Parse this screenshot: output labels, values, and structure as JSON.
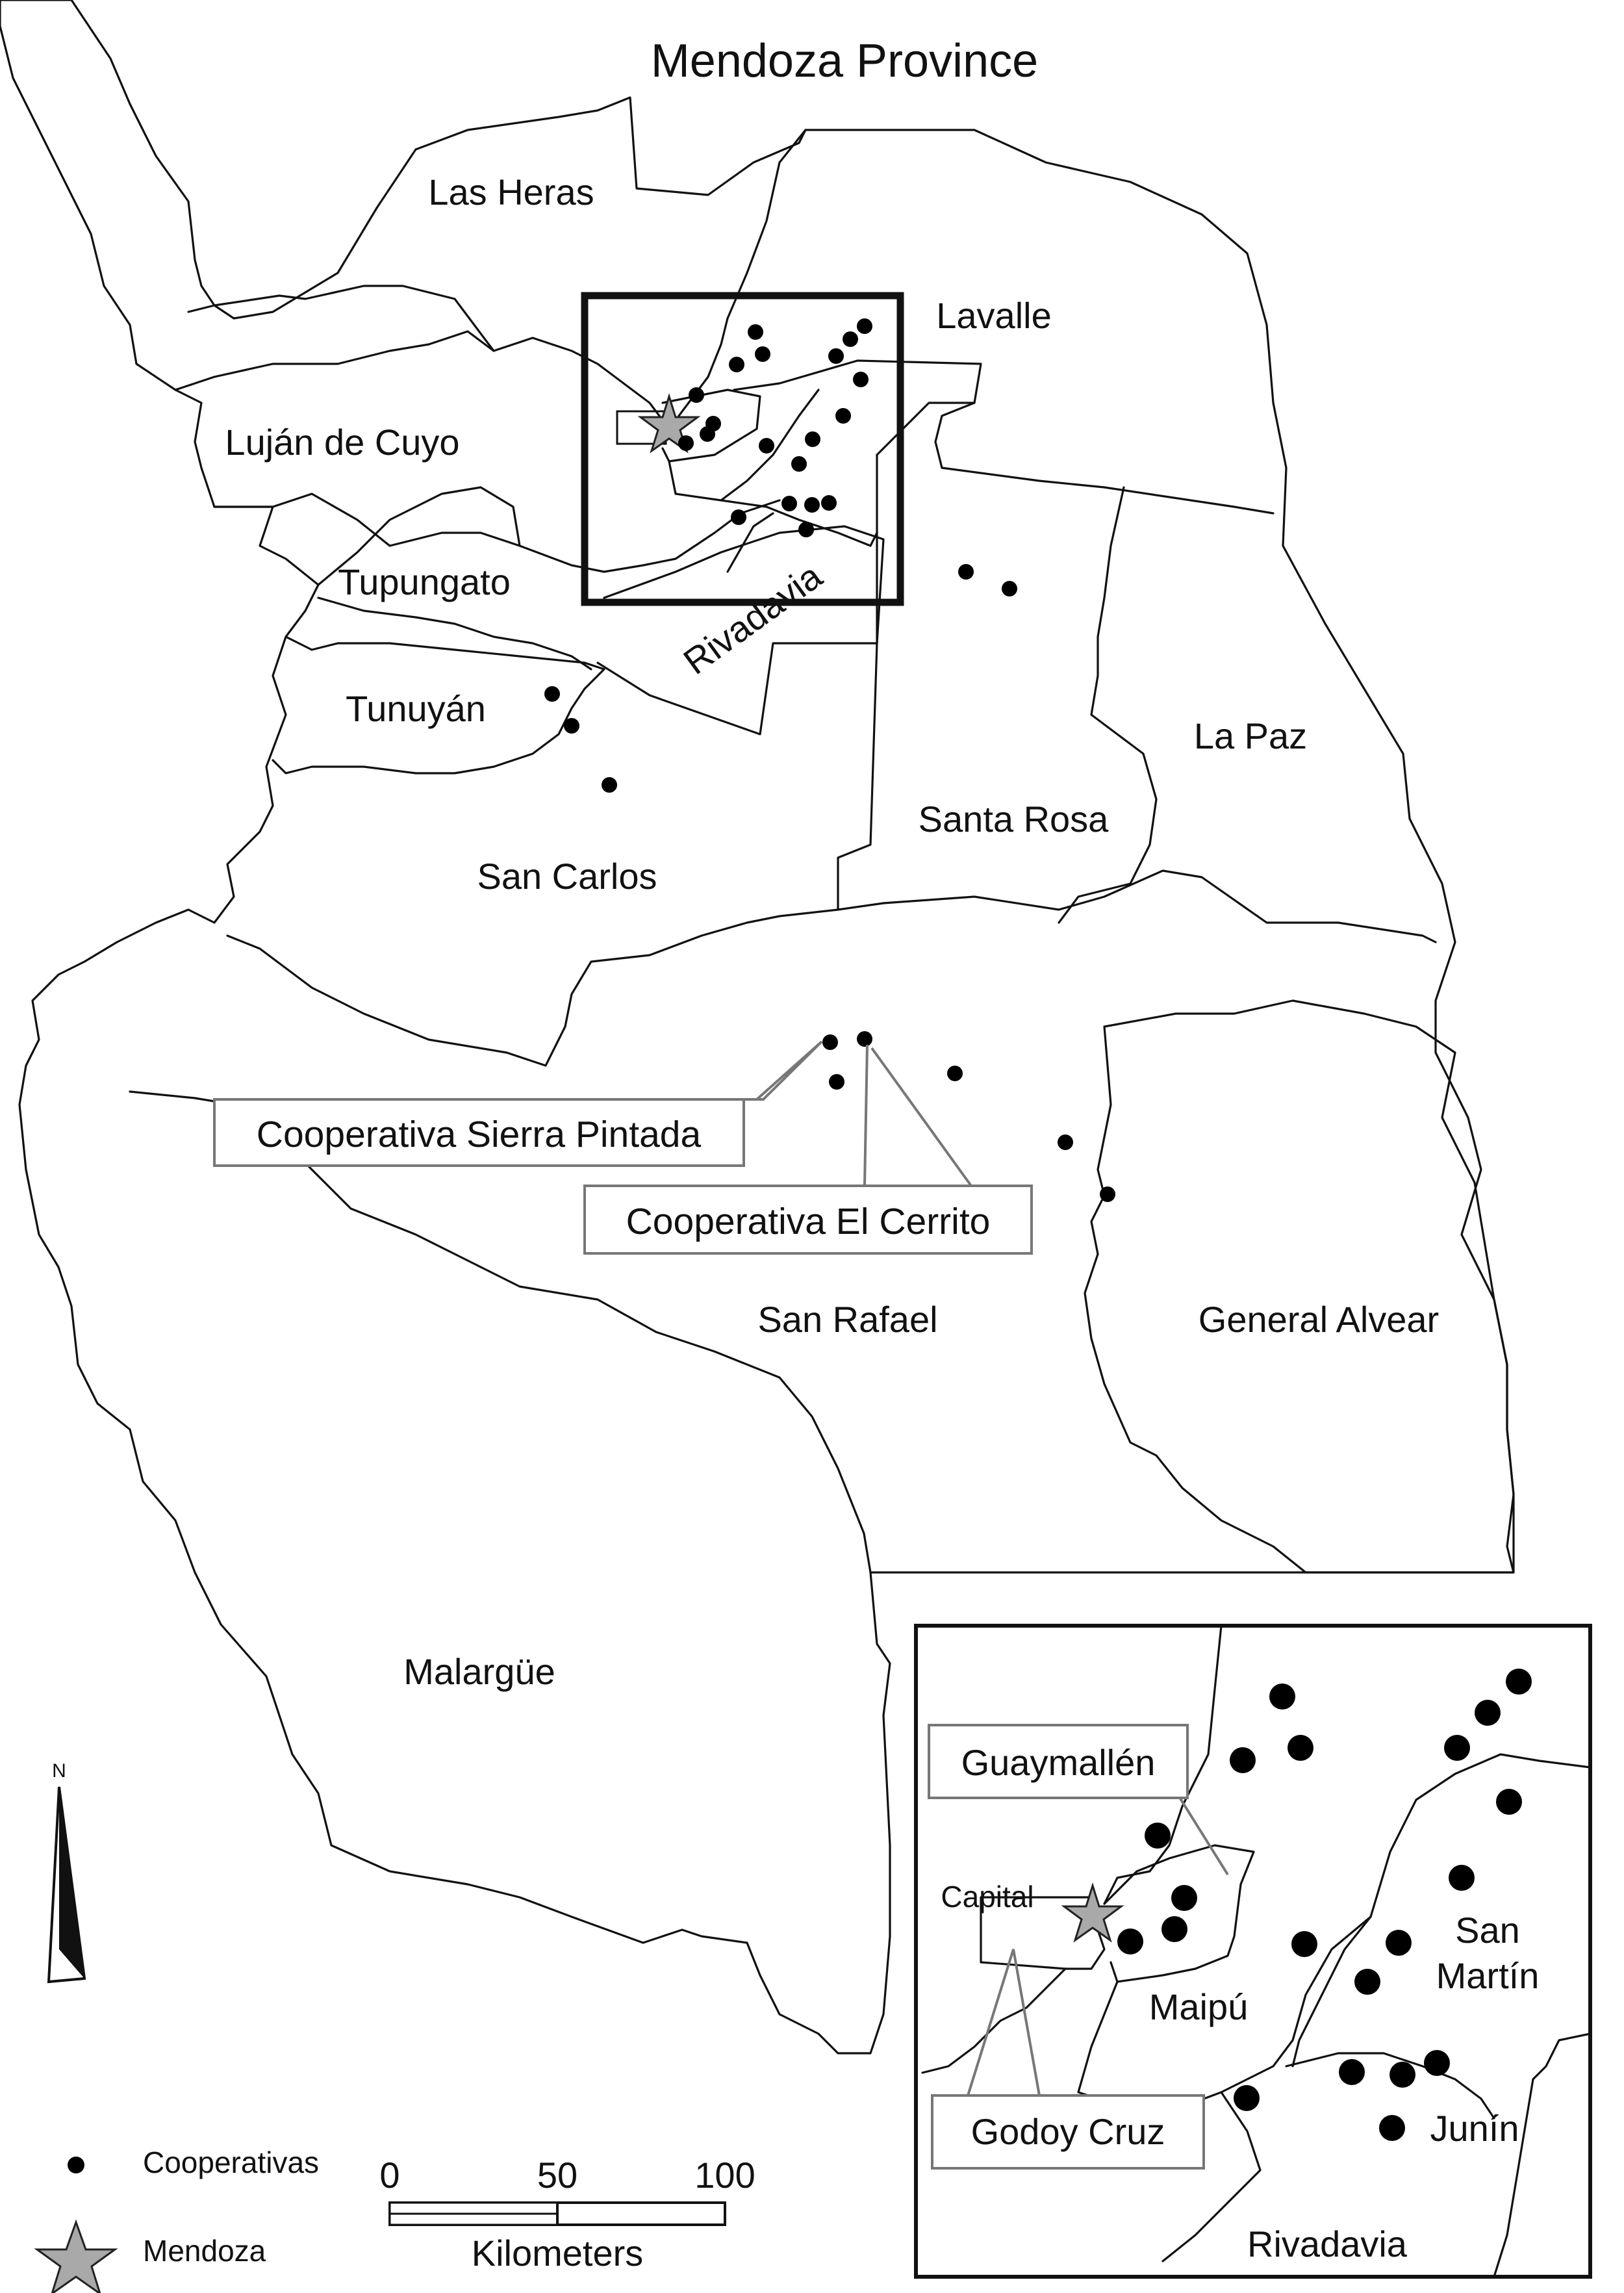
{
  "map": {
    "title": "Mendoza Province",
    "departments": {
      "las_heras": "Las Heras",
      "lavalle": "Lavalle",
      "lujan_de_cuyo": "Luján de Cuyo",
      "tupungato": "Tupungato",
      "rivadavia": "Rivadavia",
      "tunuyan": "Tunuyán",
      "la_paz": "La Paz",
      "santa_rosa": "Santa Rosa",
      "san_carlos": "San Carlos",
      "san_rafael": "San Rafael",
      "general_alvear": "General Alvear",
      "malargue": "Malargüe"
    },
    "callouts": {
      "sierra_pintada": "Cooperativa Sierra Pintada",
      "el_cerrito": "Cooperativa El Cerrito"
    }
  },
  "inset": {
    "labels": {
      "guaymallen": "Guaymallén",
      "capital": "Capital",
      "godoy_cruz": "Godoy Cruz",
      "maipu": "Maipú",
      "san_martin_1": "San",
      "san_martin_2": "Martín",
      "junin": "Junín",
      "rivadavia": "Rivadavia"
    }
  },
  "legend": {
    "cooperativas": "Cooperativas",
    "mendoza": "Mendoza",
    "north": "N"
  },
  "scale_bar": {
    "ticks": [
      "0",
      "50",
      "100"
    ],
    "unit": "Kilometers"
  },
  "colors": {
    "boundary": "#111111",
    "cooperative_dot": "#000000",
    "capital_star": "#a9a9a9",
    "callout_border": "#777777"
  }
}
